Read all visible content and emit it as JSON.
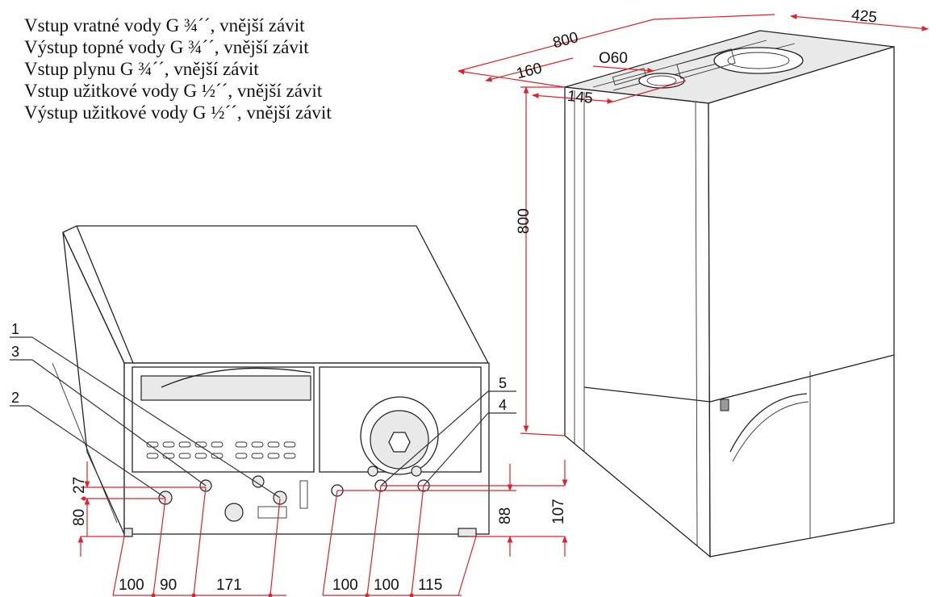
{
  "legend": [
    "Vstup vratné vody G ¾´´, vnější závit",
    "Výstup topné vody G ¾´´, vnější závit",
    "Vstup plynu G ¾´´, vnější závit",
    "Vstup užitkové vody G ½´´, vnější závit",
    "Výstup užitkové vody G ½´´, vnější závit"
  ],
  "dimensions": {
    "top_width": "800",
    "depth": "425",
    "flue_offset": "160",
    "flue_diameter": "O60",
    "flue_depth": "145",
    "height": "800",
    "bottom_27": "27",
    "bottom_80": "80",
    "bottom_88": "88",
    "bottom_107": "107",
    "span_100a": "100",
    "span_90": "90",
    "span_171": "171",
    "span_100b": "100",
    "span_100c": "100",
    "span_115": "115"
  },
  "callouts": [
    "1",
    "2",
    "3",
    "4",
    "5"
  ],
  "colors": {
    "dimension": "#e0202a",
    "outline": "#222222"
  }
}
